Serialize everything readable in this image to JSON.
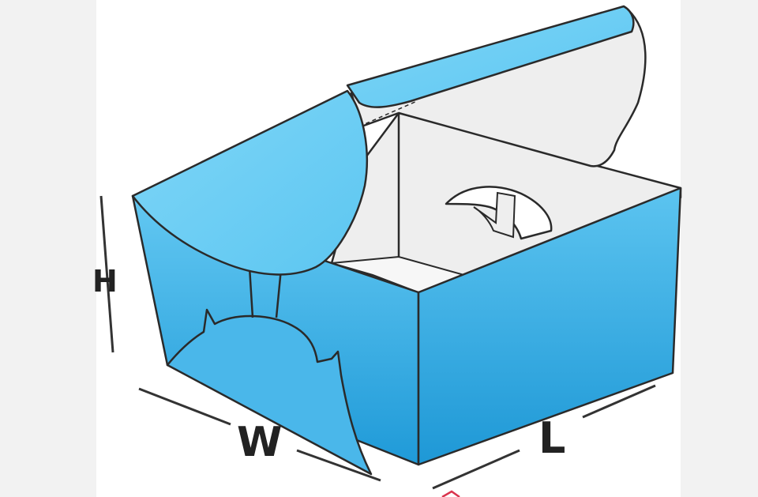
{
  "diagram": {
    "labels": {
      "height": "H",
      "width": "W",
      "length": "L"
    },
    "colors": {
      "box_blue_light": "#6fd0f5",
      "box_blue_dark": "#1f9ad8",
      "interior": "#eeeeee",
      "outline": "#2a2a2a",
      "background_side": "#f2f2f2"
    }
  }
}
